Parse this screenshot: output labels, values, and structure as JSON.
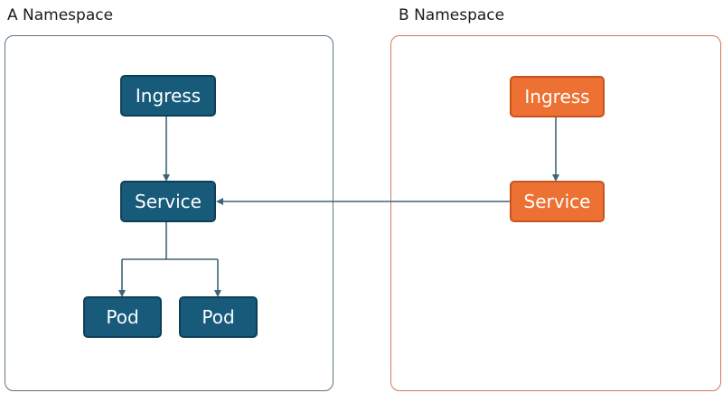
{
  "namespaces": {
    "a": {
      "title": "A Namespace",
      "ingress_label": "Ingress",
      "service_label": "Service",
      "pods": [
        "Pod",
        "Pod"
      ]
    },
    "b": {
      "title": "B Namespace",
      "ingress_label": "Ingress",
      "service_label": "Service"
    }
  },
  "colors": {
    "a_node_fill": "#175a7a",
    "a_border": "#5f7385",
    "b_node_fill": "#ec7133",
    "b_border": "#d07a58",
    "connector": "#3e6478"
  }
}
